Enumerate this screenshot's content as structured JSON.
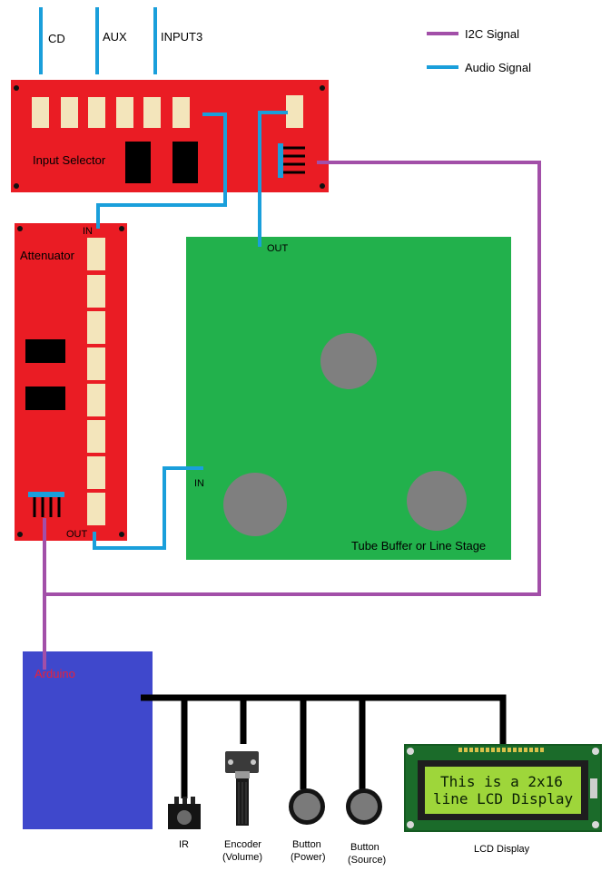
{
  "legend": {
    "i2c_label": "I2C Signal",
    "audio_label": "Audio Signal"
  },
  "inputs": {
    "cd": "CD",
    "aux": "AUX",
    "input3": "INPUT3"
  },
  "input_selector": {
    "label": "Input Selector"
  },
  "attenuator": {
    "label": "Attenuator",
    "in_label": "IN",
    "out_label": "OUT"
  },
  "tube_buffer": {
    "label": "Tube Buffer or Line Stage",
    "out_label": "OUT",
    "in_label": "IN"
  },
  "arduino": {
    "label": "Arduino"
  },
  "peripherals": {
    "ir": "IR",
    "encoder_line1": "Encoder",
    "encoder_line2": "(Volume)",
    "button_power_line1": "Button",
    "button_power_line2": "(Power)",
    "button_source_line1": "Button",
    "button_source_line2": "(Source)",
    "lcd_label": "LCD Display"
  },
  "lcd": {
    "line1": "This is a 2x16",
    "line2": "line LCD Display"
  },
  "colors": {
    "i2c": "#a24fa8",
    "audio": "#1a9fdb",
    "board_red": "#ea1c24",
    "pad": "#f3e5bb",
    "tube_green": "#22b14c",
    "tube_grey": "#7f7f7f",
    "arduino_blue": "#3f48cc",
    "arduino_text": "#e8213a"
  }
}
